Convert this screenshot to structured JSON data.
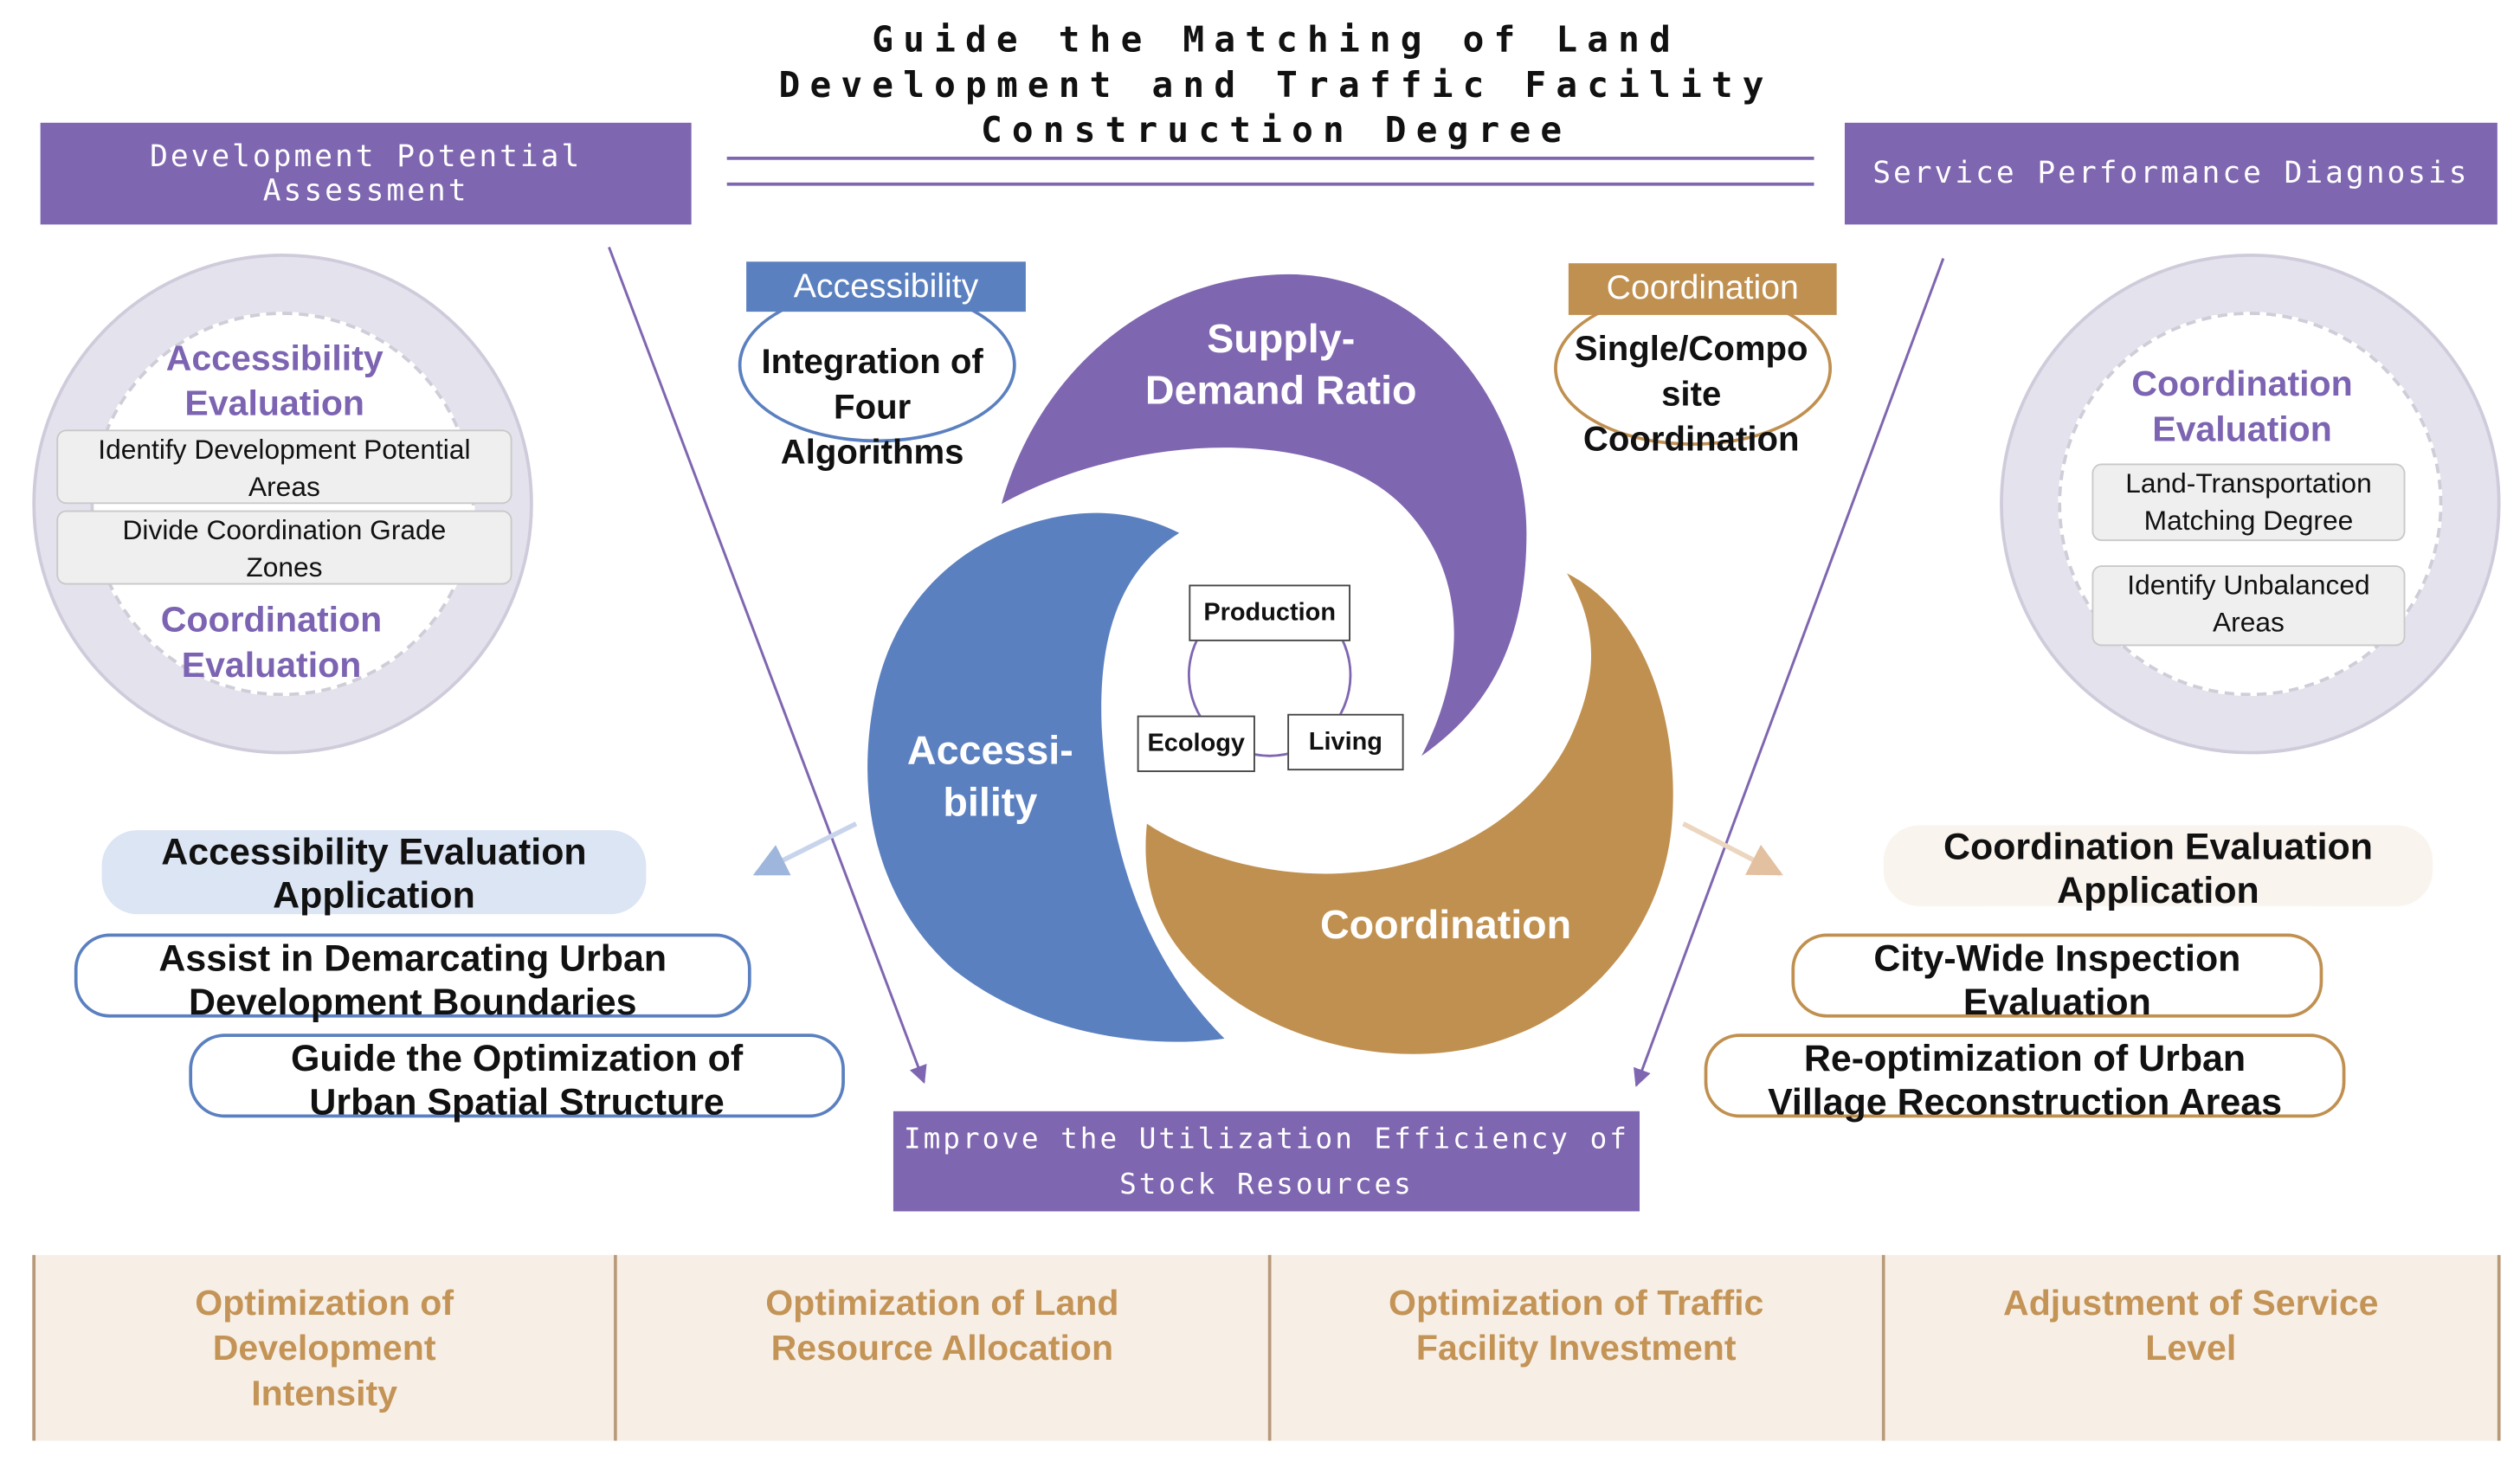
{
  "title": [
    "Guide the Matching of Land",
    "Development and Traffic Facility",
    "Construction Degree"
  ],
  "header_left": "Development Potential Assessment",
  "header_right": "Service Performance Diagnosis",
  "bottom_center": [
    "Improve the Utilization Efficiency of",
    "Stock Resources"
  ],
  "left_circle": {
    "title_top": [
      "Accessibility",
      "Evaluation"
    ],
    "items": [
      [
        "Identify Development Potential",
        "Areas"
      ],
      [
        "Divide Coordination Grade",
        "Zones"
      ]
    ],
    "title_bottom": [
      "Coordination",
      "Evaluation"
    ]
  },
  "right_circle": {
    "title": [
      "Coordination",
      "Evaluation"
    ],
    "items": [
      [
        "Land-Transportation",
        "Matching Degree"
      ],
      [
        "Identify Unbalanced",
        "Areas"
      ]
    ]
  },
  "tag_left": {
    "label": "Accessibility",
    "text": [
      "Integration of",
      "Four",
      "Algorithms"
    ]
  },
  "tag_right": {
    "label": "Coordination",
    "text": [
      "Single/Compo",
      "site",
      "Coordination"
    ]
  },
  "petals": {
    "supply": [
      "Supply-",
      "Demand Ratio"
    ],
    "access": [
      "Accessi-",
      "bility"
    ],
    "coord": [
      "Coordination"
    ]
  },
  "nodes": {
    "production": "Production",
    "ecology": "Ecology",
    "living": "Living"
  },
  "left_app": {
    "title": [
      "Accessibility Evaluation",
      "Application"
    ],
    "items": [
      [
        "Assist in Demarcating Urban",
        "Development Boundaries"
      ],
      [
        "Guide the Optimization of",
        "Urban Spatial Structure"
      ]
    ]
  },
  "right_app": {
    "title": [
      "Coordination Evaluation",
      "Application"
    ],
    "items": [
      [
        "City-Wide Inspection",
        "Evaluation"
      ],
      [
        "Re-optimization of Urban",
        "Village Reconstruction Areas"
      ]
    ]
  },
  "bottom_row": [
    [
      "Optimization of",
      "Development",
      "Intensity"
    ],
    [
      "Optimization of Land",
      "Resource Allocation"
    ],
    [
      "Optimization of Traffic",
      "Facility Investment"
    ],
    [
      "Adjustment of Service",
      "Level"
    ]
  ],
  "colors": {
    "purple": "#7f66b0",
    "blue": "#5b80c0",
    "tan": "#c09050",
    "bottom_fill": "#f7efe6",
    "bottom_text": "#c49457"
  }
}
